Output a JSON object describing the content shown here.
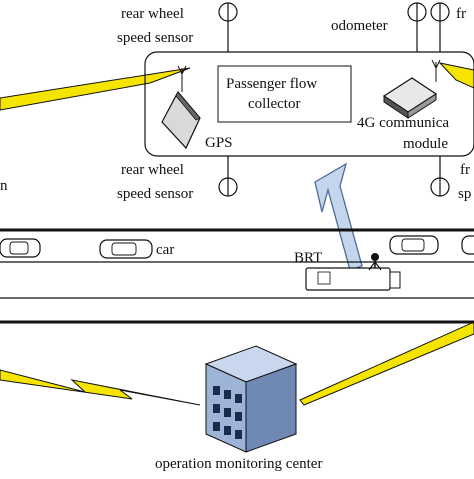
{
  "labels": {
    "rear_wheel_top_1": "rear wheel",
    "rear_wheel_top_2": "speed sensor",
    "odometer": "odometer",
    "front_top": "fr",
    "passenger_flow_1": "Passenger flow",
    "passenger_flow_2": "collector",
    "gps": "GPS",
    "comm_1": "4G communica",
    "comm_2": "module",
    "rear_wheel_bottom_1": "rear wheel",
    "rear_wheel_bottom_2": "speed sensor",
    "front_bottom_1": "fr",
    "front_bottom_2": "sp",
    "left_cut": "n",
    "car": "car",
    "brt": "BRT",
    "center": "operation monitoring center"
  },
  "colors": {
    "line": "#111111",
    "arrow_fill": "#c5d6ec",
    "arrow_stroke": "#4a6a9a",
    "bolt": "#f5e400",
    "building": "#9db4d8",
    "building_side": "#6f88b4",
    "window": "#1b2c4a"
  }
}
